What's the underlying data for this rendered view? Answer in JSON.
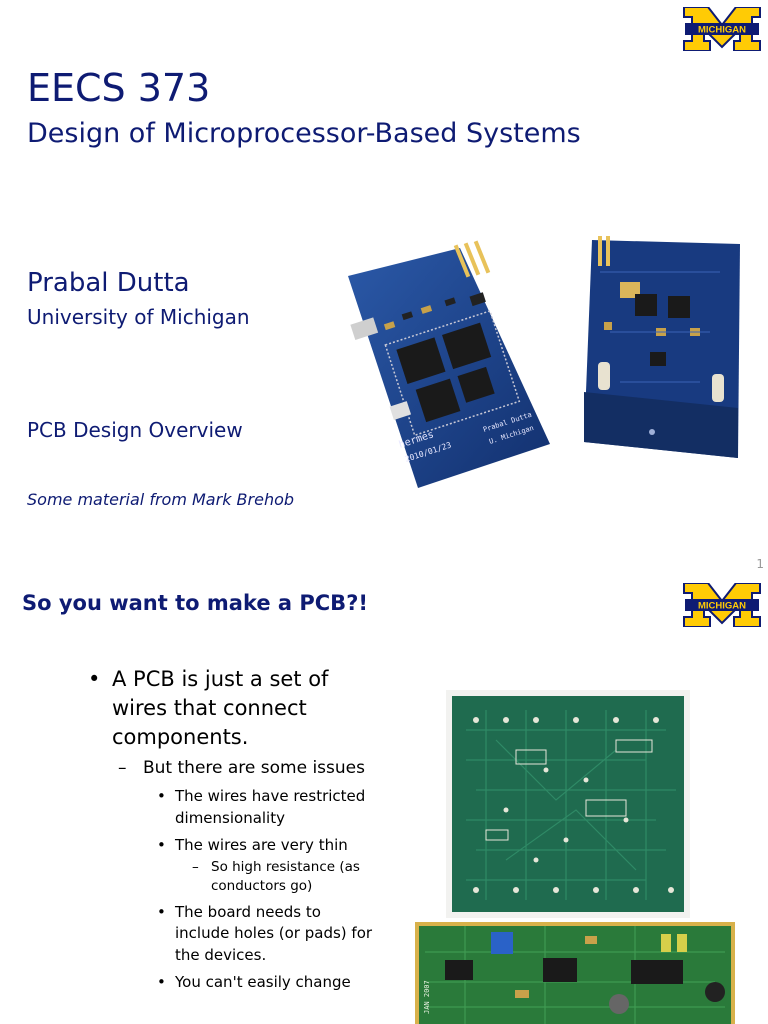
{
  "slide1": {
    "logo_text": "MICHIGAN",
    "course": "EECS 373",
    "subtitle": "Design of Microprocessor-Based Systems",
    "author": "Prabal Dutta",
    "affiliation": "University of Michigan",
    "topic": "PCB Design Overview",
    "credit": "Some material from Mark Brehob",
    "page_number": "1",
    "board_left_label1": "hermes",
    "board_left_label2": "2010/01/23",
    "board_left_label3": "Prabal Dutta",
    "board_left_label4": "U. Michigan"
  },
  "slide2": {
    "logo_text": "MICHIGAN",
    "title": "So you want to make a PCB?!",
    "bullets": {
      "l1": "A PCB is just a set of wires that connect components.",
      "l2": "But there are some issues",
      "l3a": "The wires have restricted dimensionality",
      "l3b": "The wires are very thin",
      "l4a": "So high resistance (as conductors go)",
      "l3c": "The board needs to include holes (or pads) for the devices.",
      "l3d": "You can't easily change"
    },
    "photo_label": "JAN 2007"
  },
  "colors": {
    "navy": "#0e1b73",
    "maize": "#ffcb05",
    "pcb_blue": "#1d3f86",
    "pcb_green": "#1f6b4f"
  }
}
